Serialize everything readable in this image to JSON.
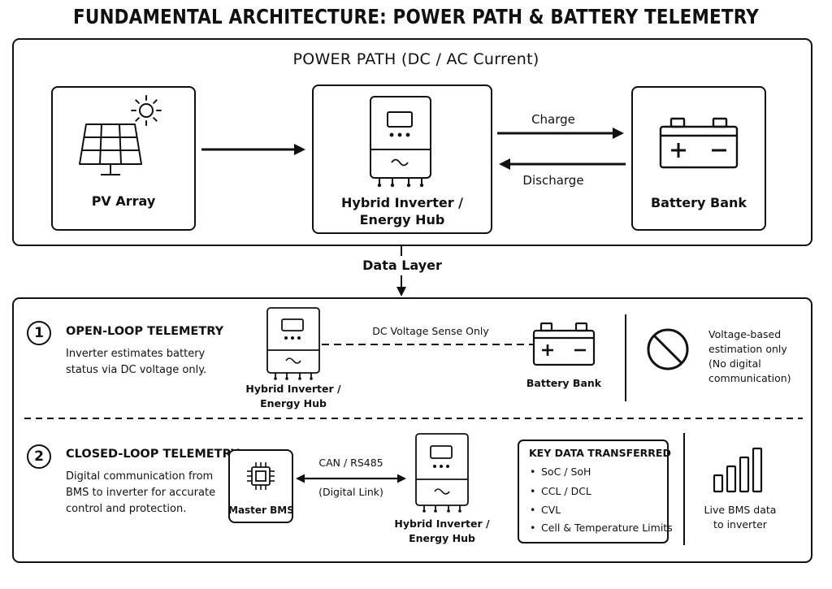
{
  "title": "FUNDAMENTAL ARCHITECTURE: POWER PATH & BATTERY TELEMETRY",
  "power_path": {
    "title": "POWER PATH (DC / AC Current)",
    "pv_label": "PV Array",
    "inverter_label_1": "Hybrid Inverter /",
    "inverter_label_2": "Energy Hub",
    "battery_label": "Battery Bank",
    "charge_label": "Charge",
    "discharge_label": "Discharge"
  },
  "data_layer_label": "Data Layer",
  "open_loop": {
    "number": "1",
    "heading": "OPEN-LOOP TELEMETRY",
    "desc_1": "Inverter estimates battery",
    "desc_2": "status via DC voltage only.",
    "inverter_label_1": "Hybrid Inverter /",
    "inverter_label_2": "Energy Hub",
    "link_label": "DC Voltage Sense Only",
    "battery_label": "Battery Bank",
    "note_1": "Voltage-based",
    "note_2": "estimation only",
    "note_3": "(No digital",
    "note_4": "communication)"
  },
  "closed_loop": {
    "number": "2",
    "heading": "CLOSED-LOOP TELEMETRY",
    "desc_1": "Digital communication from",
    "desc_2": "BMS to inverter for accurate",
    "desc_3": "control and protection.",
    "bms_label": "Master BMS",
    "link_label_top": "CAN / RS485",
    "link_label_bottom": "(Digital Link)",
    "inverter_label_1": "Hybrid Inverter /",
    "inverter_label_2": "Energy Hub",
    "key_data_title": "KEY DATA TRANSFERRED",
    "key_data_items": [
      "SoC / SoH",
      "CCL / DCL",
      "CVL",
      "Cell & Temperature Limits"
    ],
    "note_1": "Live BMS data",
    "note_2": "to inverter"
  },
  "colors": {
    "ink": "#111111",
    "background": "#ffffff"
  },
  "icons": [
    "solar-panel-icon",
    "sun-icon",
    "inverter-icon",
    "battery-icon",
    "no-entry-icon",
    "chip-icon",
    "signal-bars-icon"
  ]
}
